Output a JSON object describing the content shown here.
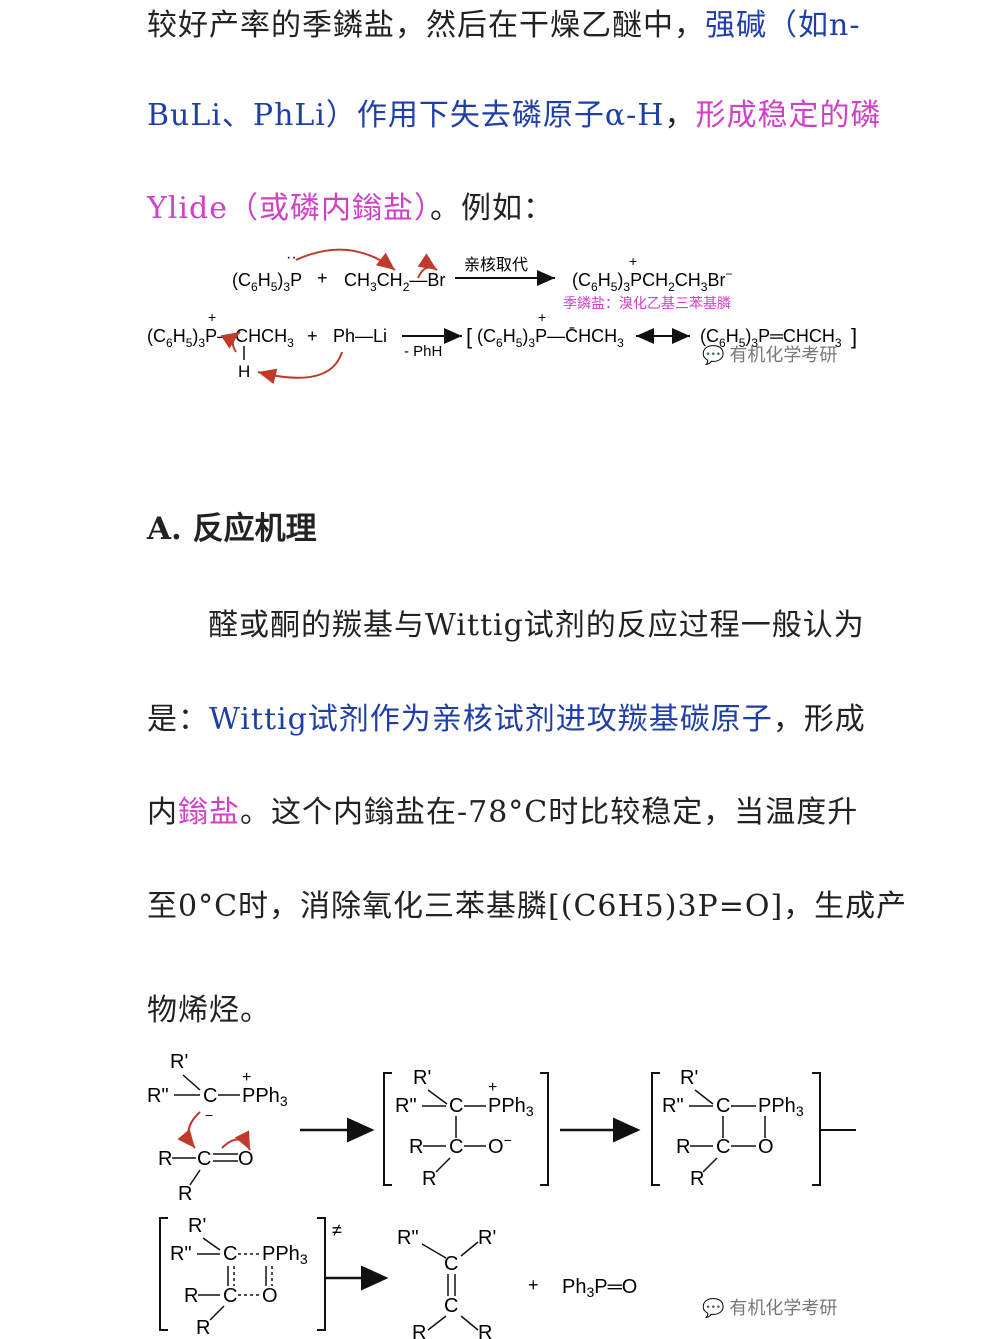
{
  "paragraph1": {
    "line1": {
      "a": "较好产率的季鏻盐，然后在干燥乙醚中，",
      "b": "强碱（如n-"
    },
    "line2": {
      "a": "BuLi、PhLi）作用下失去磷原子α-H",
      "b": "，",
      "c": "形成稳定的磷"
    },
    "line3": {
      "a": "Ylide（或磷内鎓盐）",
      "b": "。例如："
    }
  },
  "scheme1": {
    "reagent_1": "(C6H5)3P",
    "plus": "+",
    "reagent_2": "CH3CH2—Br",
    "arrow_label": "亲核取代",
    "product": "(C6H5)3PCH2CH3Br−",
    "product_caption": "季鏻盐：溴化乙基三苯基膦",
    "row2_reagent": "(C6H5)3P—CHCH3",
    "row2_h": "H",
    "row2_base": "Ph—Li",
    "row2_byproduct": "- PhH",
    "row2_ylide": "(C6H5)3P—CHCH3",
    "row2_ylene": "(C6H5)3P═CHCH3",
    "watermark": "有机化学考研"
  },
  "section_heading": "A. 反应机理",
  "paragraph2": {
    "line1": "醛或酮的羰基与Wittig试剂的反应过程一般认为",
    "line2": {
      "a": "是：",
      "b": "Wittig试剂作为亲核试剂进攻羰基碳原子",
      "c": "，形成"
    },
    "line3": {
      "a": "内",
      "b": "鎓盐",
      "c": "。这个内鎓盐在-78°C时比较稳定，当温度升"
    },
    "line4": "至0°C时，消除氧化三苯基膦[(C6H5)3P=O]，生成产",
    "line5": "物烯烃。"
  },
  "scheme2": {
    "r1": "R'",
    "r2": "R\"",
    "c": "C",
    "pph3": "PPh3",
    "r": "R",
    "o": "O",
    "o_minus": "O−",
    "ddagger": "≠",
    "product_plus": "+",
    "ph3po": "Ph3P═O",
    "watermark": "有机化学考研"
  },
  "colors": {
    "blue": "#1f3fa8",
    "pink": "#d040c8",
    "arrow_red": "#c0392b"
  }
}
